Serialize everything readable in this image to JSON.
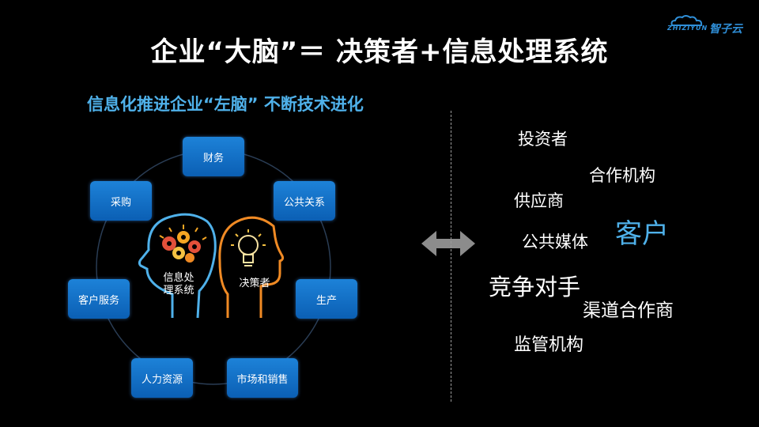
{
  "title": "企业“大脑”＝ 决策者+信息处理系统",
  "subtitle": "信息化推进企业“左脑” 不断技术进化",
  "logo": {
    "text": "ZHIZIYUN",
    "cn": "智子云"
  },
  "nodes": {
    "finance": "财务",
    "purchase": "采购",
    "public_relations": "公共关系",
    "production": "生产",
    "customer_service": "客户服务",
    "hr": "人力资源",
    "marketing": "市场和销售"
  },
  "heads": {
    "left_line1": "信息处",
    "left_line2": "理系统",
    "right": "决策者"
  },
  "stakeholders": {
    "investor": "投资者",
    "partner_org": "合作机构",
    "supplier": "供应商",
    "customer": "客户",
    "public_media": "公共媒体",
    "competitor": "竞争对手",
    "channel_partner": "渠道合作商",
    "regulator": "监管机构"
  },
  "colors": {
    "background": "#000000",
    "accent_blue": "#4fb1ea",
    "node_blue": "#1471c8",
    "orange": "#f08a24",
    "arrow_gray": "#8c8c8c"
  }
}
